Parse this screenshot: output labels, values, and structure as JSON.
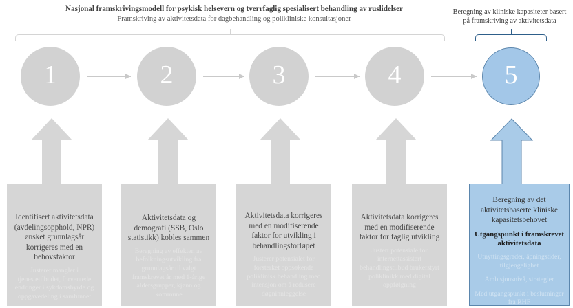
{
  "titles": {
    "left_line1": "Nasjonal framskrivingsmodell for psykisk helsevern og tverrfaglig spesialisert behandling av ruslidelser",
    "left_line2": "Framskriving av aktivitetsdata for dagbehandling og polikliniske konsultasjoner",
    "right_line1": "Beregning av kliniske kapasiteter basert",
    "right_line2": "på framskriving av aktivitetsdata"
  },
  "colors": {
    "gray_fill": "#d6d6d6",
    "gray_circle": "#d2d2d2",
    "blue_fill": "#a9cbe8",
    "blue_circle": "#a3c7e8",
    "blue_border": "#5b86ad",
    "arrow_gray": "#c9c9c9",
    "faded_gray_text": "#e4e4e4",
    "faded_blue_text": "#cfe2f2"
  },
  "steps": [
    {
      "number": "1",
      "headline": "Identifisert aktivitetsdata (avdelingsopphold, NPR) ønsket grunnlagsår korrigeres med en behovsfaktor",
      "faded": "Justerer mangler i tjenestetilbudet, forventede endringer i sykdomsbyrde og oppgavedeling i samfunnet",
      "highlighted": false
    },
    {
      "number": "2",
      "headline": "Aktivitetsdata og demografi (SSB, Oslo statistikk) kobles sammen",
      "faded": "Beregning av effekten av befolkningsutvikling fra grunnlagsår til valgt framskrevet år med 1-årige aldersgrupper, kjønn og kommune",
      "highlighted": false
    },
    {
      "number": "3",
      "headline": "Aktivitetsdata korrigeres med en modifiserende faktor for utvikling i behandlingsforløpet",
      "faded": "Justerer potensialet for forsterket oppsøkende poliklinisk behandling med intensjon om å redusere døgninnleggelse",
      "highlighted": false
    },
    {
      "number": "4",
      "headline": "Aktivitetsdata korrigeres med en modifiserende faktor for faglig utvikling",
      "faded": "Justert potensiale for internettassistert behandlingstilbud brukerstyrt poliklinikk med digital oppfølgning",
      "highlighted": false
    },
    {
      "number": "5",
      "headline": "Beregning av det aktivitetsbaserte kliniske kapasitetsbehovet",
      "subbold": "Utgangspunkt i framskrevet aktivitetsdata",
      "faded": "Utnyttingsgrader, åpningstider, tilgjengelighet",
      "faded2": "Ambisjonsnivå, strategier",
      "faded3": "Med utgangspunkt i beslutninger fra RHF",
      "highlighted": true
    }
  ]
}
